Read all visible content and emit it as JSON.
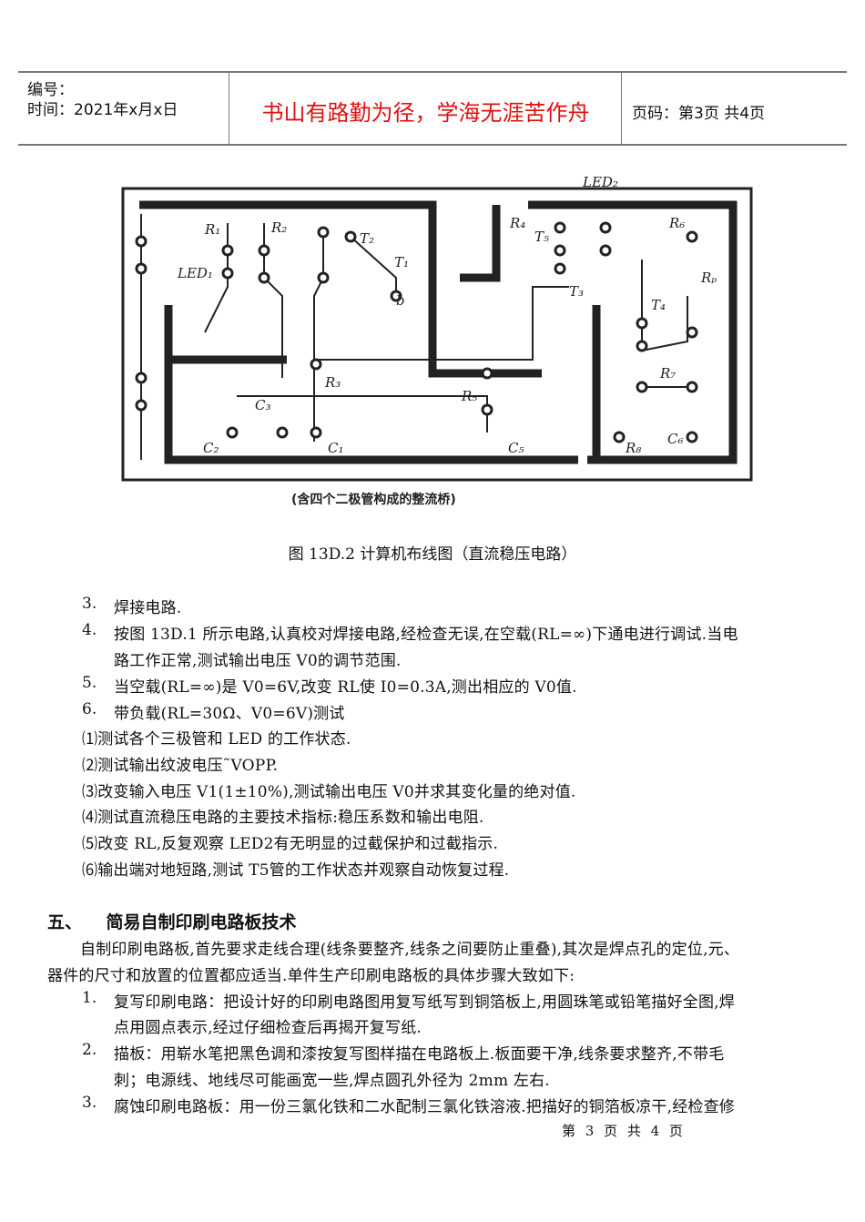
{
  "header": {
    "number_label": "编号：",
    "date_label": "时间：2021年x月x日",
    "motto": "书山有路勤为径，学海无涯苦作舟",
    "page_label": "页码：第3页 共4页"
  },
  "figure": {
    "labels": [
      "LED₂",
      "R₁",
      "R₂",
      "T₂",
      "T₁",
      "LED₁",
      "C₃",
      "C₂",
      "C₁",
      "R₃",
      "R₄",
      "T₅",
      "T₃",
      "R₆",
      "Rₚ",
      "T₄",
      "R₇",
      "R₅",
      "C₅",
      "R₈",
      "C₆",
      "b"
    ],
    "note": "(含四个二极管构成的整流桥)",
    "caption": "图 13D.2  计算机布线图（直流稳压电路）"
  },
  "steps": [
    {
      "n": "3.",
      "lines": [
        "焊接电路."
      ]
    },
    {
      "n": "4.",
      "lines": [
        "按图 13D.1 所示电路,认真校对焊接电路,经检查无误,在空载(RL=∞)下通电进行调试.当电",
        "路工作正常,测试输出电压 V0的调节范围."
      ]
    },
    {
      "n": "5.",
      "lines": [
        "当空载(RL=∞)是 V0=6V,改变 RL使 I0=0.3A,测出相应的 V0值."
      ]
    },
    {
      "n": "6.",
      "lines": [
        "带负载(RL=30Ω、V0=6V)测试"
      ]
    }
  ],
  "subitems": [
    "⑴测试各个三极管和 LED 的工作状态.",
    "⑵测试输出纹波电压˜VOPP.",
    "⑶改变输入电压 V1(1±10%),测试输出电压 V0并求其变化量的绝对值.",
    "⑷测试直流稳压电路的主要技术指标:稳压系数和输出电阻.",
    "⑸改变 RL,反复观察 LED2有无明显的过截保护和过截指示.",
    "⑹输出端对地短路,测试 T5管的工作状态并观察自动恢复过程."
  ],
  "section": {
    "title": "五、    简易自制印刷电路板技术",
    "para": [
      "自制印刷电路板,首先要求走线合理(线条要整齐,线条之间要防止重叠),其次是焊点孔的定位,元、",
      "器件的尺寸和放置的位置都应适当.单件生产印刷电路板的具体步骤大致如下:"
    ],
    "steps": [
      {
        "n": "1.",
        "lines": [
          "复写印刷电路：把设计好的印刷电路图用复写纸写到铜箔板上,用圆珠笔或铅笔描好全图,焊",
          "点用圆点表示,经过仔细检查后再揭开复写纸."
        ]
      },
      {
        "n": "2.",
        "lines": [
          "描板：用崭水笔把黑色调和漆按复写图样描在电路板上.板面要干净,线条要求整齐,不带毛",
          "刺；电源线、地线尽可能画宽一些,焊点圆孔外径为 2mm 左右."
        ]
      },
      {
        "n": "3.",
        "lines": [
          "腐蚀印刷电路板：用一份三氯化铁和二水配制三氯化铁溶液.把描好的铜箔板凉干,经检查修"
        ]
      }
    ]
  },
  "footer": "第 3 页 共 4 页"
}
